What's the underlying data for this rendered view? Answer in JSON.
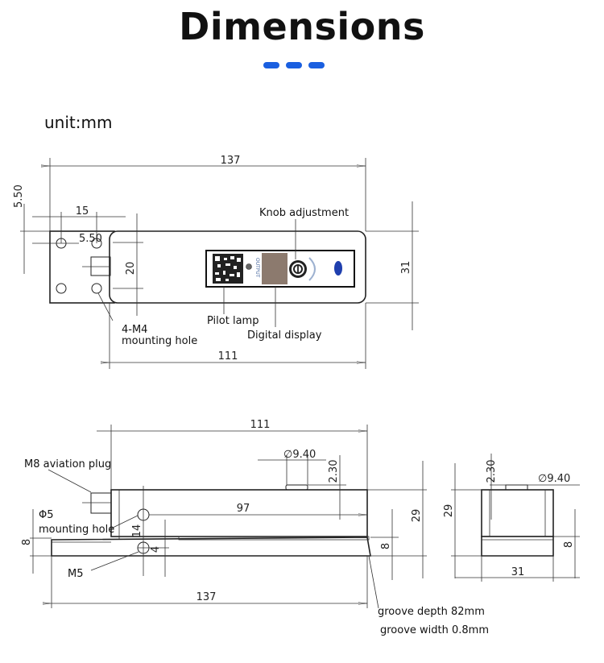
{
  "header": {
    "title": "Dimensions",
    "accent_color": "#1a5fe0",
    "unit_label": "unit:mm"
  },
  "top_view": {
    "dims": {
      "overall_length": "137",
      "body_length": "111",
      "height": "31",
      "hole_spacing": "20",
      "hole_pitch_x": "15",
      "hole_offset_y": "5.50",
      "hole_offset_x": "5.50"
    },
    "callouts": {
      "knob": "Knob adjustment",
      "pilot_lamp": "Pilot lamp",
      "digital_display": "Digital display",
      "mounting_line1": "4-M4",
      "mounting_line2": "mounting hole"
    },
    "panel": {
      "output_text": "OUTPUT",
      "display_color": "#8c7a6e",
      "badge_color": "#1f3fae"
    }
  },
  "side_view": {
    "dims": {
      "body_length": "111",
      "knob_diameter": "∅9.40",
      "knob_height": "2.30",
      "inner_length": "97",
      "height": "29",
      "base_height": "8",
      "hole_spacing": "14",
      "hole_offset": "4",
      "overall_length": "137",
      "left_base": "8"
    },
    "callouts": {
      "plug": "M8 aviation plug",
      "phi_hole_line1": "Φ5",
      "phi_hole_line2": "mounting hole",
      "m5": "M5",
      "groove_depth": "groove depth 82mm",
      "groove_width": "groove width 0.8mm"
    }
  },
  "end_view": {
    "dims": {
      "knob_height": "2.30",
      "knob_diameter": "∅9.40",
      "height": "29",
      "base_height": "8",
      "width": "31"
    }
  }
}
